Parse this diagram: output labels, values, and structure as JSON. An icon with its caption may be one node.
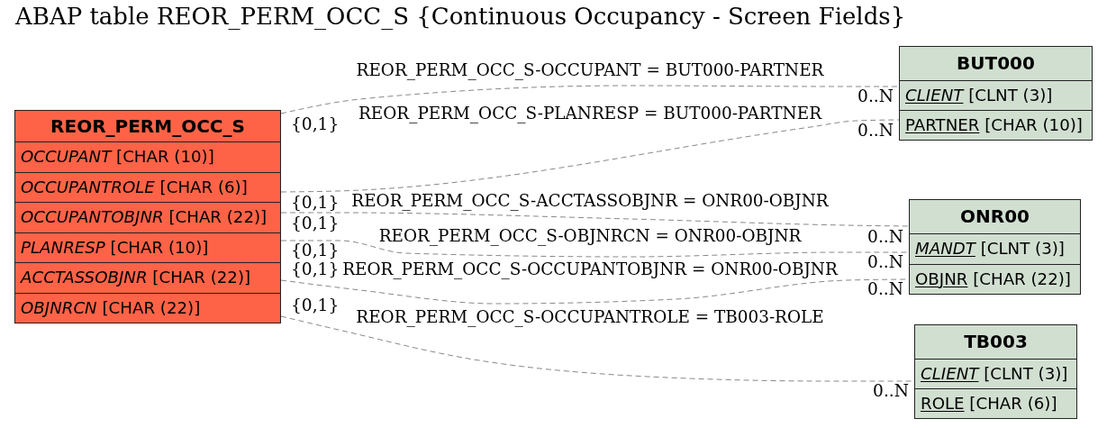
{
  "diagram": {
    "title": "ABAP table REOR_PERM_OCC_S {Continuous Occupancy - Screen Fields}",
    "nodes": [
      {
        "text": [
          "REOR_PERM_OCC_S"
        ]
      },
      {
        "text": [
          "*OCCUPANT* [CHAR (10)]"
        ],
        "in": 0
      },
      {
        "text": [
          "*OCCUPANTROLE* [CHAR (6)]"
        ],
        "in": 0
      },
      {
        "text": [
          "*OCCUPANTOBJNR* [CHAR (22)]"
        ],
        "in": 0
      },
      {
        "text": [
          "*PLANRESP* [CHAR (10)]"
        ],
        "in": 0
      },
      {
        "text": [
          "*ACCTASSOBJNR* [CHAR (22)]"
        ],
        "in": 0
      },
      {
        "text": [
          "*OBJNRCN* [CHAR (22)]"
        ],
        "in": 0
      },
      {
        "text": [
          "BUT000"
        ]
      },
      {
        "text": [
          "*CLIENT* [CLNT (3)]"
        ],
        "in": 7
      },
      {
        "text": [
          "PARTNER [CHAR (10)]"
        ],
        "in": 7
      },
      {
        "text": [
          "ONR00"
        ]
      },
      {
        "text": [
          "*MANDT* [CLNT (3)]"
        ],
        "in": 10
      },
      {
        "text": [
          "OBJNR [CHAR (22)]"
        ],
        "in": 10
      },
      {
        "text": [
          "TB003"
        ]
      },
      {
        "text": [
          "*CLIENT* [CLNT (3)]"
        ],
        "in": 13
      },
      {
        "text": [
          "ROLE [CHAR (6)]"
        ],
        "in": 13
      }
    ],
    "edges": [
      {
        "from": 0,
        "to": 7,
        "arrow": "none",
        "style": "dashed",
        "label": "REOR_PERM_OCC_S-OCCUPANT = BUT000-PARTNER"
      },
      {
        "from": 0,
        "to": 7,
        "arrow": "none",
        "style": "dashed",
        "label": "REOR_PERM_OCC_S-PLANRESP = BUT000-PARTNER"
      },
      {
        "from": 0,
        "to": 10,
        "arrow": "none",
        "style": "dashed",
        "label": "REOR_PERM_OCC_S-ACCTASSOBJNR = ONR00-OBJNR"
      },
      {
        "from": 0,
        "to": 10,
        "arrow": "none",
        "style": "dashed",
        "label": "REOR_PERM_OCC_S-OBJNRCN = ONR00-OBJNR"
      },
      {
        "from": 0,
        "to": 10,
        "arrow": "none",
        "style": "dashed",
        "label": "REOR_PERM_OCC_S-OCCUPANTOBJNR = ONR00-OBJNR"
      },
      {
        "from": 0,
        "to": 13,
        "arrow": "none",
        "style": "dashed",
        "label": "REOR_PERM_OCC_S-OCCUPANTROLE = TB003-ROLE"
      }
    ],
    "labels": [
      "0..N",
      "{0,1}",
      "0..N",
      "{0,1}",
      "{0,1}",
      "0..N",
      "{0,1}",
      "0..N",
      "{0,1}",
      "0..N",
      "{0,1}",
      "0..N"
    ]
  }
}
